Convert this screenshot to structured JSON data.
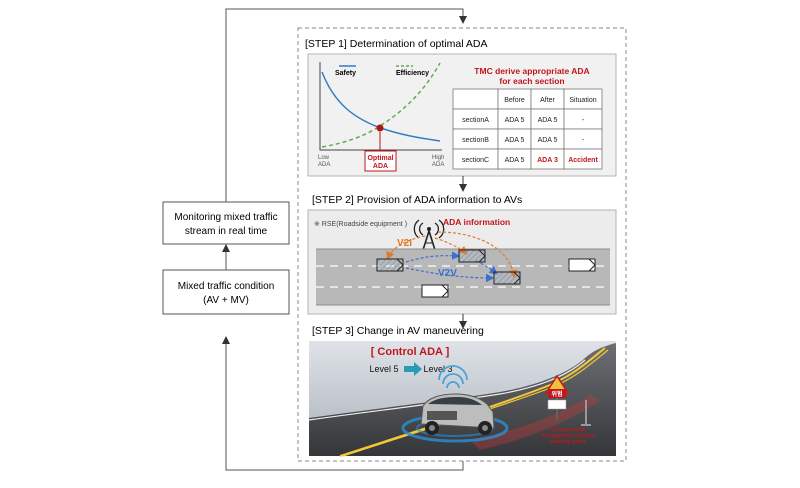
{
  "left": {
    "monitor_line1": "Monitoring mixed traffic",
    "monitor_line2": "stream in real time",
    "condition_line1": "Mixed traffic condition",
    "condition_line2": "(AV + MV)"
  },
  "step1": {
    "title": "[STEP 1] Determination of optimal ADA",
    "legend_safety": "Safety",
    "legend_efficiency": "Efficiency",
    "axis_low_1": "Low",
    "axis_low_2": "ADA",
    "axis_high_1": "High",
    "axis_high_2": "ADA",
    "optimal_1": "Optimal",
    "optimal_2": "ADA",
    "tmc_line1": "TMC derive appropriate ADA",
    "tmc_line2": "for each section",
    "table": {
      "headers": [
        "",
        "Before",
        "After",
        "Situation"
      ],
      "rows": [
        [
          "sectionA",
          "ADA 5",
          "ADA 5",
          "-"
        ],
        [
          "sectionB",
          "ADA 5",
          "ADA 5",
          "-"
        ],
        [
          "sectionC",
          "ADA 5",
          "ADA 3",
          "Accident"
        ]
      ]
    }
  },
  "step2": {
    "title": "[STEP 2] Provision of ADA information to AVs",
    "rse_label": "※ RSE(Roadside equipment )",
    "ada_info": "ADA information",
    "v2i": "V2I",
    "v2v": "V2V"
  },
  "step3": {
    "title": "[STEP 3] Change in AV maneuvering",
    "control": "[ Control ADA ]",
    "level_from": "Level 5",
    "level_to": "Level 3",
    "sign_line1": "Concentrated",
    "sign_line2": "management section",
    "sign_line3": "starting point",
    "warning_text": "위험"
  },
  "colors": {
    "safety": "#2f7fc6",
    "efficiency": "#5fae4d",
    "accent_red": "#c0161c",
    "v2i": "#e07b2a",
    "v2v": "#3c6fd1"
  }
}
